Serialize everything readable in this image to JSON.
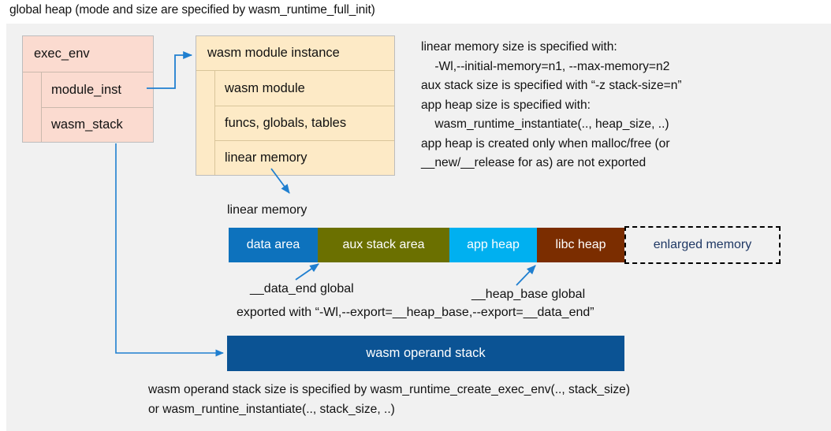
{
  "page": {
    "title": "global heap (mode and size are specified by wasm_runtime_full_init)"
  },
  "exec_env": {
    "header": "exec_env",
    "rows": [
      "module_inst",
      "wasm_stack"
    ]
  },
  "module_instance": {
    "header": "wasm module instance",
    "rows": [
      "wasm module",
      "funcs, globals, tables",
      "linear memory"
    ]
  },
  "runtime_notes": "linear memory size is specified with:\n    -Wl,--initial-memory=n1, --max-memory=n2\naux stack size is specified with “-z stack-size=n”\napp heap size is specified with:\n    wasm_runtime_instantiate(.., heap_size, ..)\napp heap is created only when malloc/free (or\n__new/__release for as) are not exported",
  "linear_memory": {
    "label": "linear memory",
    "segments": [
      {
        "label": "data area",
        "color": "#0d72bd",
        "width": 113
      },
      {
        "label": "aux stack area",
        "color": "#6b7000",
        "width": 167
      },
      {
        "label": "app heap",
        "color": "#00b0f0",
        "width": 111
      },
      {
        "label": "libc heap",
        "color": "#7b2d00",
        "width": 111
      },
      {
        "label": "enlarged memory",
        "color": "#f1f1f1",
        "width": 198,
        "dashed": true,
        "text_color": "#1f3864"
      }
    ]
  },
  "callouts": {
    "data_end": "__data_end global",
    "heap_base": "__heap_base global",
    "export_note": "exported with “-Wl,--export=__heap_base,--export=__data_end”"
  },
  "operand_stack": {
    "label": "wasm operand stack",
    "color": "#0b5394",
    "notes": "wasm operand stack size is specified by wasm_runtime_create_exec_env(.., stack_size)\nor wasm_runtine_instantiate(.., stack_size, ..)"
  },
  "colors": {
    "panel_background": "#f1f1f1",
    "exec_env_fill": "#fbdbd0",
    "module_instance_fill": "#fdeac6",
    "connector": "#1f7fd0"
  }
}
